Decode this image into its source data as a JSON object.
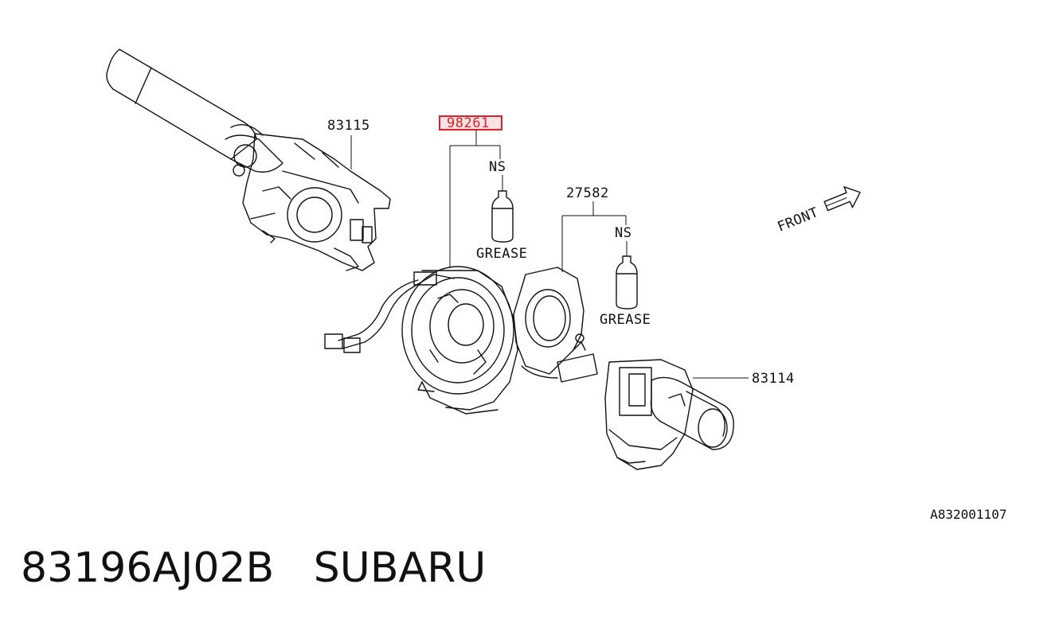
{
  "callouts": {
    "switch_left": "83115",
    "roll_connector": "98261",
    "roll_connector_ns": "NS",
    "roll_connector_grease": "GREASE",
    "sensor": "27582",
    "sensor_ns": "NS",
    "sensor_grease": "GREASE",
    "switch_right": "83114"
  },
  "front_marker": "FRONT",
  "diagram_code": "A832001107",
  "footer": {
    "part_number": "83196AJ02B",
    "brand": "SUBARU"
  },
  "colors": {
    "line": "#111111",
    "highlight": "#e0202a",
    "highlight_fill": "#fbe3e4",
    "background": "#ffffff"
  }
}
